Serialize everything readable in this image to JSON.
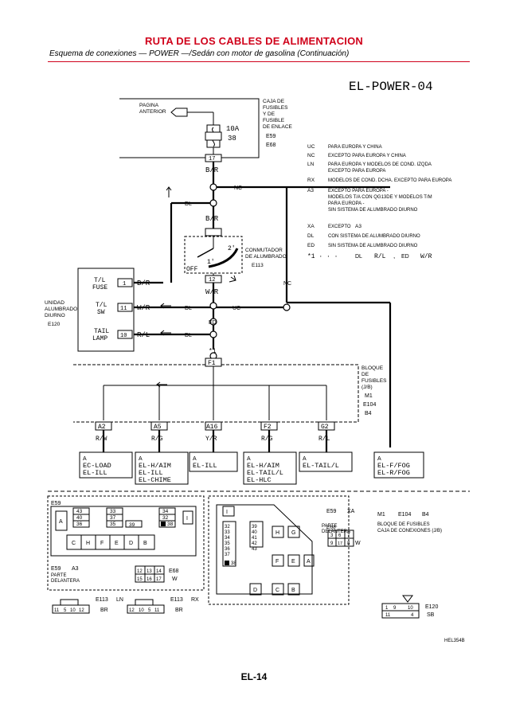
{
  "header": {
    "title": "RUTA DE LOS CABLES DE ALIMENTACION",
    "subtitle": "Esquema de conexiones — POWER —/Sedán con motor de gasolina (Continuación)"
  },
  "diagram": {
    "id": "EL-POWER-04",
    "prev_page": [
      "PAGINA",
      "ANTERIOR"
    ],
    "fuse_box_label": [
      "CAJA DE",
      "FUSIBLES",
      "Y DE",
      "FUSIBLE",
      "DE ENLACE"
    ],
    "fuse_box_connectors": [
      "E59",
      "E68"
    ],
    "fuse_rating": "10A",
    "fuse_number": "38",
    "terminal_17": "17",
    "terminal_12": "12",
    "terminal_f1": "F1",
    "wire_br_1": "B/R",
    "wire_br_2": "B/R",
    "wire_wr_1": "W/R",
    "switch_positions": {
      "off": "OFF",
      "p1": "1ʹ",
      "p2": "2ʹ"
    },
    "switch_label": [
      "CONMUTADOR",
      "DE ALUMBRADO"
    ],
    "switch_connector": "E113",
    "daytime_unit_label": [
      "UNIDAD",
      "ALUMBRADO",
      "DIURNO"
    ],
    "daytime_unit_connector": "E120",
    "unit_terminals": [
      {
        "name": [
          "T/L",
          "FUSE"
        ],
        "pin": "1",
        "wire": "B/R"
      },
      {
        "name": [
          "T/L",
          "SW"
        ],
        "pin": "11",
        "wire": "W/R"
      },
      {
        "name": [
          "TAIL",
          "LAMP"
        ],
        "pin": "10",
        "wire": "R/L"
      }
    ],
    "junction_star": "*1",
    "jb_label": [
      "BLOQUE",
      "DE",
      "FUSIBLES",
      "(J/B)"
    ],
    "jb_connectors": [
      "M1",
      "E104",
      "B4"
    ],
    "jb_outputs": [
      {
        "term": "A2",
        "wire": "R/W",
        "dest": [
          "EC-LOAD",
          "EL-ILL"
        ]
      },
      {
        "term": "A5",
        "wire": "R/G",
        "dest": [
          "EL-H/AIM",
          "EL-ILL",
          "EL-CHIME"
        ]
      },
      {
        "term": "A16",
        "wire": "Y/R",
        "dest": [
          "EL-ILL"
        ]
      },
      {
        "term": "F2",
        "wire": "R/G",
        "dest": [
          "EL-H/AIM",
          "EL-TAIL/L",
          "EL-HLC"
        ]
      },
      {
        "term": "G2",
        "wire": "R/L",
        "dest": [
          "EL-TAIL/L"
        ]
      }
    ],
    "fog_dest": [
      "EL-F/FOG",
      "EL-R/FOG"
    ],
    "ref_mark": "A",
    "tags": {
      "NC": "NC",
      "DL": "DL",
      "UC": "UC",
      "ED": "ED"
    },
    "legend": [
      {
        "code": "UC",
        "text": [
          "PARA EUROPA Y CHINA"
        ]
      },
      {
        "code": "NC",
        "text": [
          "EXCEPTO PARA EUROPA Y CHINA"
        ]
      },
      {
        "code": "LN",
        "text": [
          "PARA EUROPA Y MODELOS DE COND. IZQDA",
          "EXCEPTO PARA EUROPA"
        ]
      },
      {
        "code": "RX",
        "text": [
          "MODELOS DE COND. DCHA. EXCEPTO PARA EUROPA"
        ]
      },
      {
        "code": "A3",
        "text": [
          "EXCEPTO PARA EUROPA -",
          "MODELOS T/A CON QG13DE Y MODELOS T/M",
          "PARA EUROPA -",
          "SIN SISTEMA DE ALUMBRADO DIURNO"
        ]
      },
      {
        "code": "XA",
        "text": [
          "EXCEPTO"
        ],
        "ref": "A3"
      },
      {
        "code": "DL",
        "text": [
          "CON SISTEMA DE ALUMBRADO DIURNO"
        ]
      },
      {
        "code": "ED",
        "text": [
          "SIN SISTEMA DE ALUMBRADO DIURNO"
        ]
      }
    ],
    "star_note": {
      "prefix": "*1 · · ·",
      "a_code": "DL",
      "a_wire": "R/L",
      "sep": ",",
      "b_code": "ED",
      "b_wire": "W/R"
    }
  },
  "connectors": {
    "e59_a3": {
      "conn": "E59",
      "code": "A3",
      "front": [
        "PARTE",
        "DELANTERA"
      ]
    },
    "block1_cells": [
      "A",
      "43",
      "40",
      "36",
      "33",
      "37",
      "35",
      "39",
      "34",
      "32",
      "38",
      "I",
      "C",
      "H",
      "F",
      "E",
      "D",
      "B"
    ],
    "e68_pins": [
      "12",
      "13",
      "14",
      "15",
      "16",
      "17"
    ],
    "e68_label": "E68",
    "e68_color": "W",
    "e59_xa": {
      "conn": "E59",
      "code": "XA",
      "front": [
        "PARTE",
        "DELANTERA"
      ]
    },
    "block2_cells": [
      "I",
      "32",
      "33",
      "34",
      "35",
      "36",
      "37",
      "38",
      "39",
      "40",
      "41",
      "42",
      "43",
      "H",
      "G",
      "F",
      "E",
      "A",
      "D",
      "C",
      "B"
    ],
    "e68_pins2": [
      "3",
      "6",
      "7",
      "9",
      "17",
      "8"
    ],
    "e68_label2": "E68",
    "e68_color2": "W",
    "jb_legend": {
      "conns": [
        "M1",
        "E104",
        "B4"
      ],
      "text": [
        "BLOQUE DE FUSIBLES",
        "CAJA DE CONEXIONES (J/B)"
      ]
    },
    "e113_ln": {
      "conn": "E113",
      "code": "LN",
      "pins": [
        "11",
        "5",
        "10",
        "12"
      ],
      "color": "BR"
    },
    "e113_rx": {
      "conn": "E113",
      "code": "RX",
      "pins": [
        "12",
        "10",
        "5",
        "11"
      ],
      "color": "BR"
    },
    "e120": {
      "conn": "E120",
      "pins": [
        "1",
        "9",
        "10",
        "11",
        "4"
      ],
      "color": "SB"
    }
  },
  "figure_code": "HEL354B",
  "footer": "EL-14"
}
